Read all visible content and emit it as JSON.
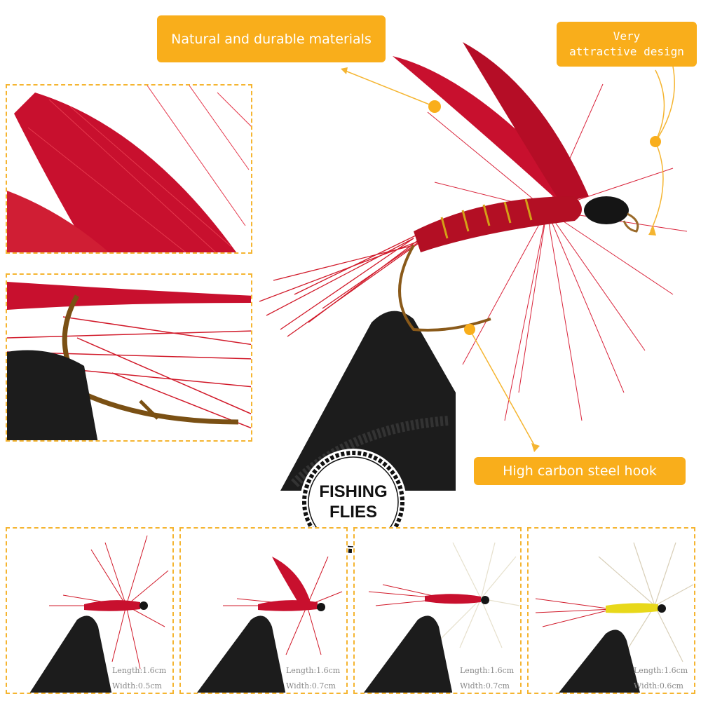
{
  "callouts": {
    "materials": "Natural and durable materials",
    "design_line1": "Very",
    "design_line2": "attractive design",
    "hook": "High carbon steel hook"
  },
  "badge": {
    "line1": "FISHING",
    "line2": "FLIES"
  },
  "products": [
    {
      "length": "Length:1.6cm",
      "width": "Width:0.5cm"
    },
    {
      "length": "Length:1.6cm",
      "width": "Width:0.7cm"
    },
    {
      "length": "Length:1.6cm",
      "width": "Width:0.7cm"
    },
    {
      "length": "Length:1.6cm",
      "width": "Width:0.6cm"
    }
  ],
  "colors": {
    "accent": "#f9ae1b",
    "dash": "#f5b531",
    "feather_red": "#c8102e",
    "vise_black": "#1a1a1a"
  }
}
